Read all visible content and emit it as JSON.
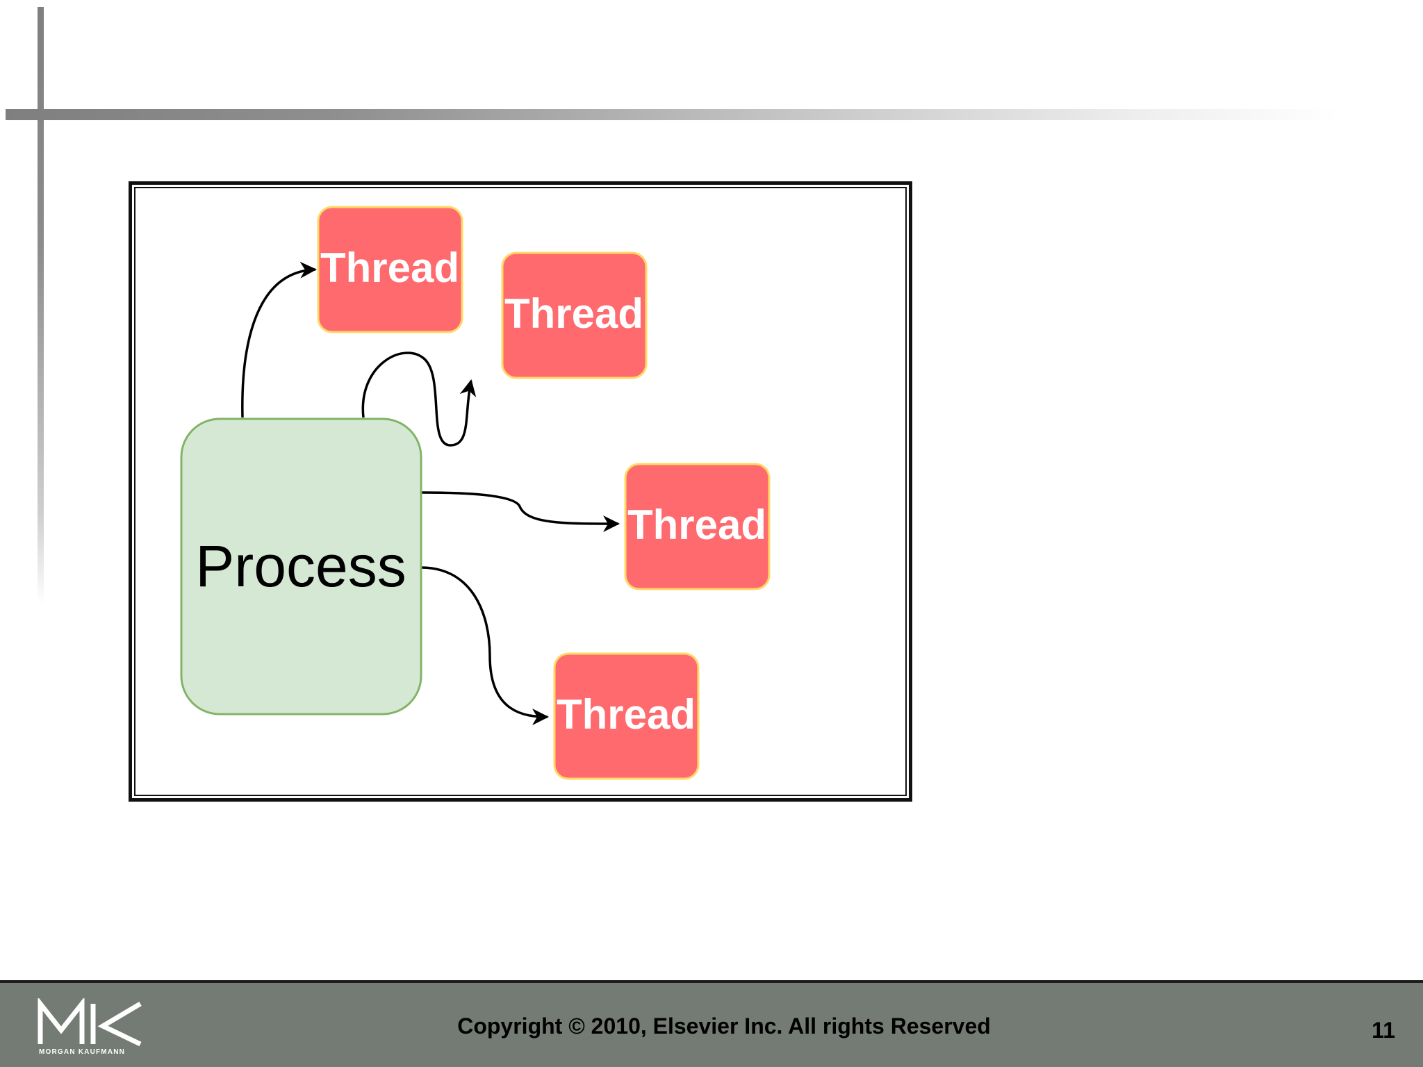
{
  "diagram": {
    "process_label": "Process",
    "thread_labels": [
      "Thread",
      "Thread",
      "Thread",
      "Thread"
    ],
    "colors": {
      "process_fill": "#d5e8d4",
      "process_stroke": "#82b366",
      "thread_fill": "#ff6a6e",
      "thread_stroke": "#ffd966",
      "thread_text": "#ffffff",
      "edge": "#000000"
    }
  },
  "footer": {
    "logo_text": "MK",
    "logo_subtext": "MORGAN KAUFMANN",
    "copyright": "Copyright © 2010, Elsevier Inc. All rights Reserved",
    "page_number": "11"
  }
}
